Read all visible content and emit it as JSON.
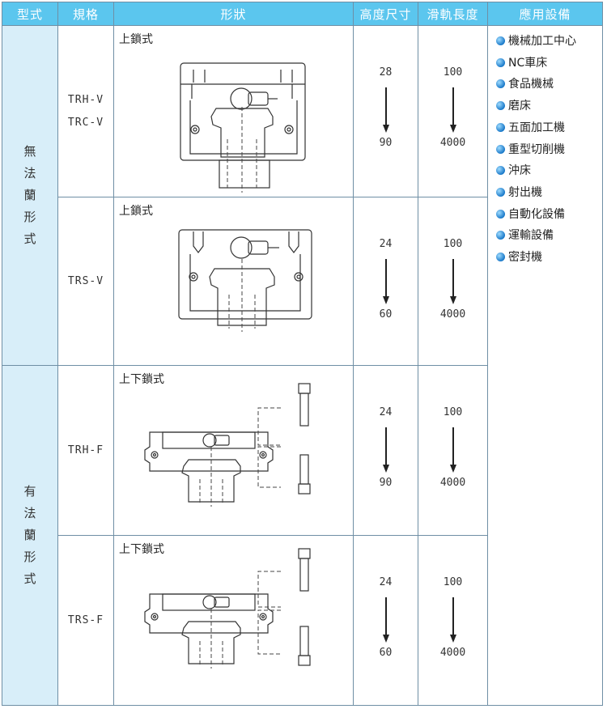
{
  "headers": {
    "type": "型式",
    "spec": "規格",
    "shape": "形狀",
    "height": "高度尺寸",
    "rail_length": "滑軌長度",
    "applications": "應用設備"
  },
  "groups": [
    {
      "type_label": "無法蘭形式"
    },
    {
      "type_label": "有法蘭形式"
    }
  ],
  "rows": [
    {
      "spec": [
        "TRH-V",
        "TRC-V"
      ],
      "lock_label": "上鎖式",
      "height_from": "28",
      "height_to": "90",
      "length_from": "100",
      "length_to": "4000"
    },
    {
      "spec": [
        "TRS-V"
      ],
      "lock_label": "上鎖式",
      "height_from": "24",
      "height_to": "60",
      "length_from": "100",
      "length_to": "4000"
    },
    {
      "spec": [
        "TRH-F"
      ],
      "lock_label": "上下鎖式",
      "height_from": "24",
      "height_to": "90",
      "length_from": "100",
      "length_to": "4000"
    },
    {
      "spec": [
        "TRS-F"
      ],
      "lock_label": "上下鎖式",
      "height_from": "24",
      "height_to": "60",
      "length_from": "100",
      "length_to": "4000"
    }
  ],
  "applications": [
    "機械加工中心",
    "NC車床",
    "食品機械",
    "磨床",
    "五面加工機",
    "重型切削機",
    "沖床",
    "射出機",
    "自動化設備",
    "運輸設備",
    "密封機"
  ],
  "colors": {
    "header_bg": "#5bc6ee",
    "type_bg": "#d8eef9",
    "border": "#6f8fa5",
    "bullet": "#1a79c9"
  }
}
